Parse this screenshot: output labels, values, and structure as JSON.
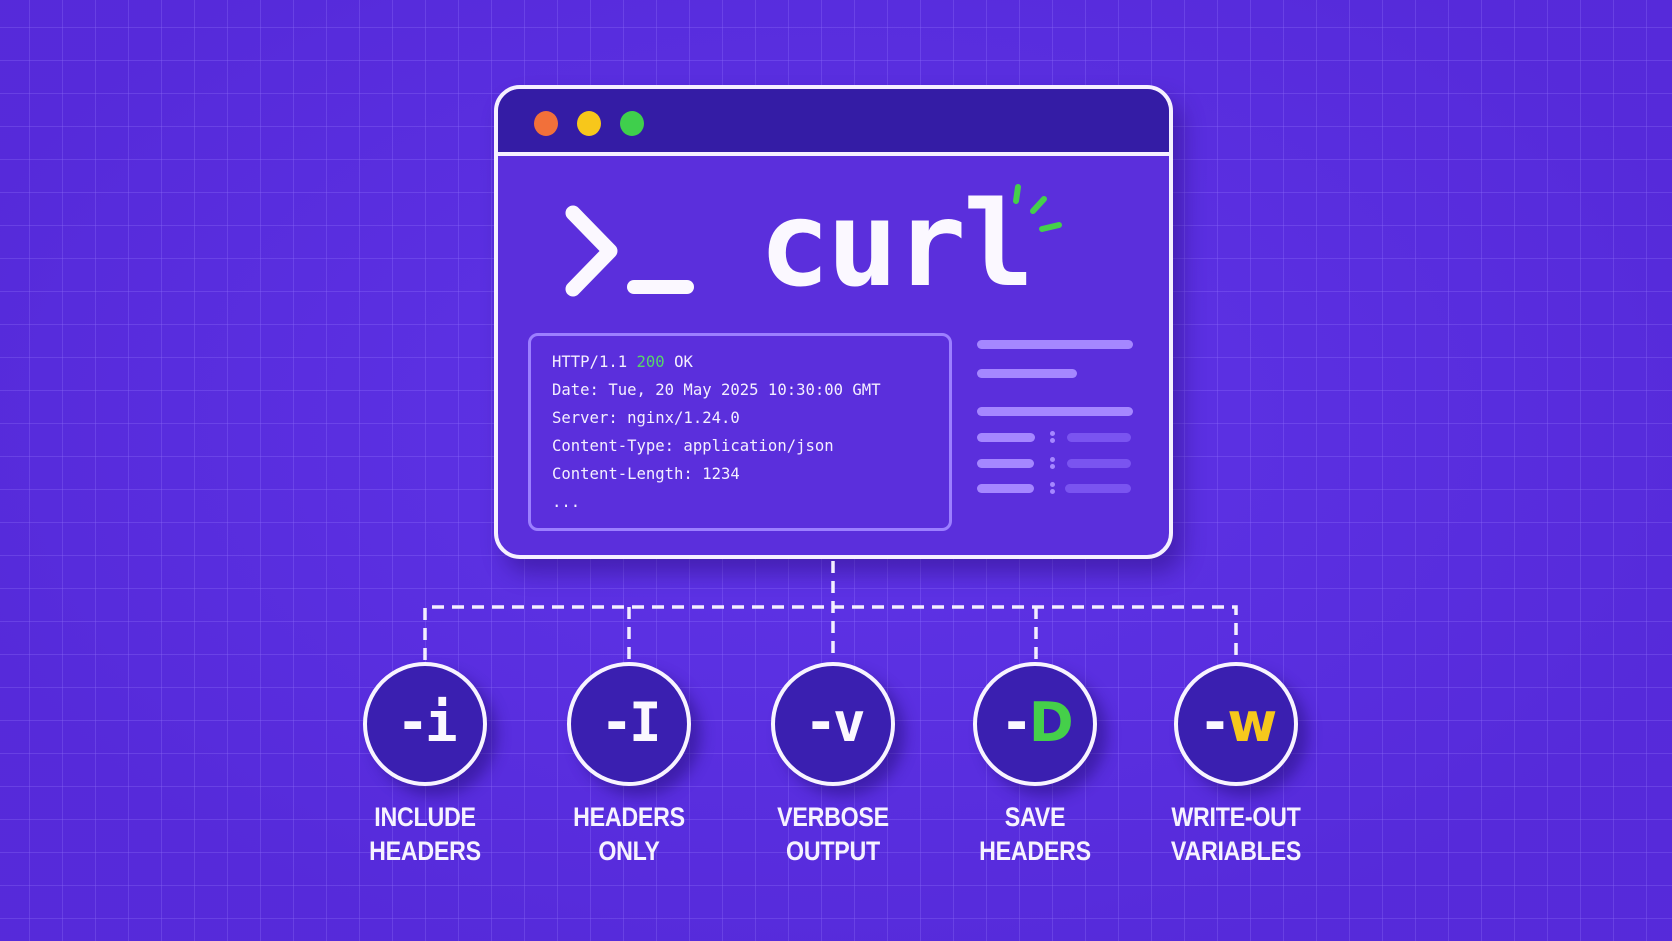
{
  "window": {
    "traffic_lights": [
      {
        "name": "close",
        "color": "#f2703a"
      },
      {
        "name": "minimize",
        "color": "#f7c71b"
      },
      {
        "name": "maximize",
        "color": "#3fcf4c"
      }
    ],
    "prompt_symbol": ">_",
    "command": "curl",
    "sparkle_color": "#45cf4a"
  },
  "response": {
    "status_line": {
      "protocol": "HTTP/1.1",
      "code": "200",
      "reason": "OK",
      "code_color": "#58d46a"
    },
    "headers": [
      "Date: Tue, 20 May 2025 10:30:00 GMT",
      "Server: nginx/1.24.0",
      "Content-Type: application/json",
      "Content-Length: 1234"
    ],
    "ellipsis": "..."
  },
  "options": [
    {
      "flag_dash": "-",
      "flag_letter": "i",
      "label_line1": "INCLUDE",
      "label_line2": "HEADERS",
      "letter_color": "#fbf8ff"
    },
    {
      "flag_dash": "-",
      "flag_letter": "I",
      "label_line1": "HEADERS",
      "label_line2": "ONLY",
      "letter_color": "#fbf8ff"
    },
    {
      "flag_dash": "-",
      "flag_letter": "v",
      "label_line1": "VERBOSE",
      "label_line2": "OUTPUT",
      "letter_color": "#fbf8ff"
    },
    {
      "flag_dash": "-",
      "flag_letter": "D",
      "label_line1": "SAVE",
      "label_line2": "HEADERS",
      "letter_color": "#45cf4a"
    },
    {
      "flag_dash": "-",
      "flag_letter": "w",
      "label_line1": "WRITE-OUT",
      "label_line2": "VARIABLES",
      "letter_color": "#f6c81c"
    }
  ],
  "colors": {
    "background": "#5a2ee0",
    "titlebar": "#341ca5",
    "window_body": "#5b2fdc",
    "option_circle": "#3a1fb0",
    "outline": "#f5f0ff"
  }
}
